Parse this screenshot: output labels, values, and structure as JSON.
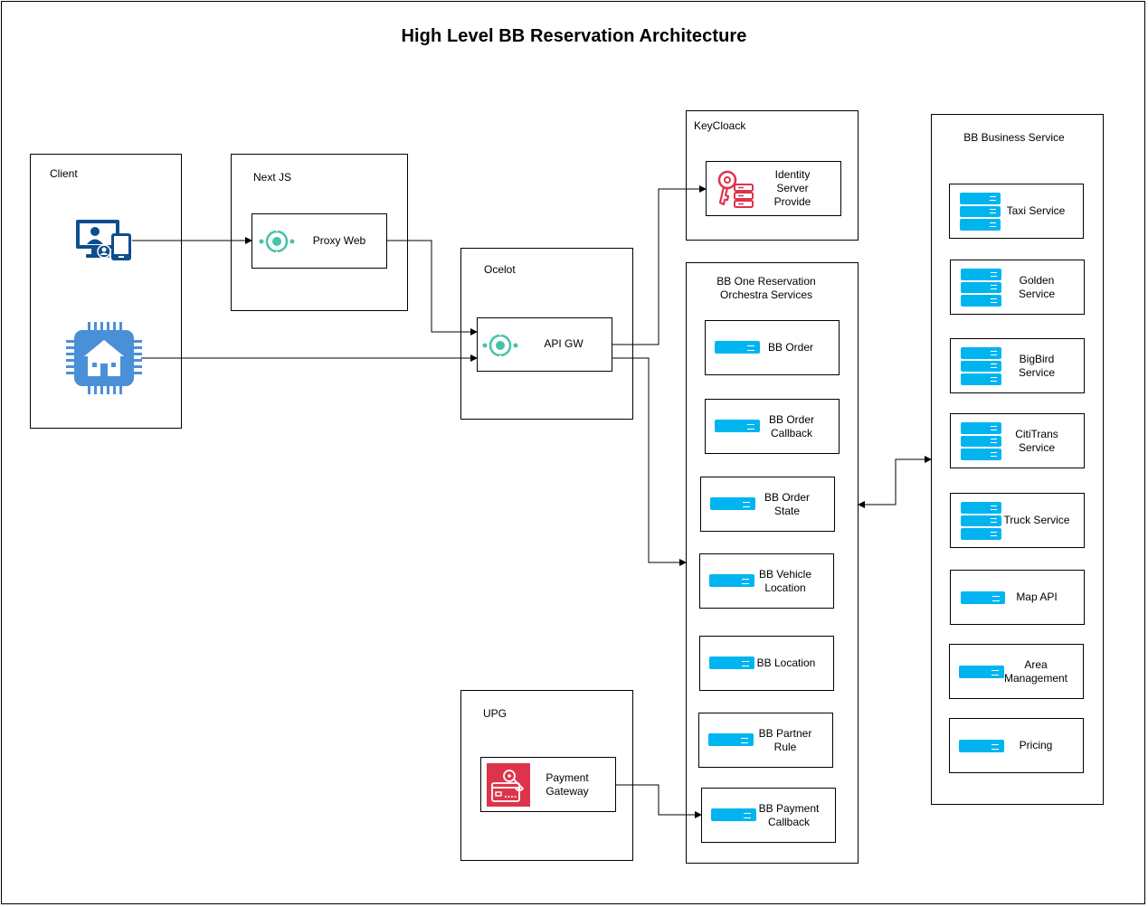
{
  "title": "High Level BB Reservation Architecture",
  "colors": {
    "server_blue": "#00B4F0",
    "red_icon": "#DD344C",
    "teal_icon": "#45C3A7",
    "navy_icon": "#0D4E8C",
    "chip_blue": "#4A90D9"
  },
  "groups": {
    "client": {
      "label": "Client"
    },
    "nextjs": {
      "label": "Next JS"
    },
    "ocelot": {
      "label": "Ocelot"
    },
    "keycloak": {
      "label": "KeyCloack"
    },
    "orchestra": {
      "label": "BB One Reservation\nOrchestra Services"
    },
    "business": {
      "label": "BB Business Service"
    },
    "upg": {
      "label": "UPG"
    }
  },
  "nodes": {
    "proxy_web": {
      "label": "Proxy Web",
      "icon": "endpoint-icon"
    },
    "api_gw": {
      "label": "API GW",
      "icon": "endpoint-icon"
    },
    "identity": {
      "label": "Identity\nServer\nProvide",
      "icon": "key-server-icon"
    },
    "payment_gateway": {
      "label": "Payment\nGateway",
      "icon": "payment-key-icon"
    },
    "desktop_client": {
      "icon": "desktop-mobile-user-icon"
    },
    "iot_client": {
      "icon": "iot-chip-house-icon"
    }
  },
  "orchestra_services": [
    {
      "label": "BB Order"
    },
    {
      "label": "BB Order\nCallback"
    },
    {
      "label": "BB Order\nState"
    },
    {
      "label": "BB Vehicle\nLocation"
    },
    {
      "label": "BB Location"
    },
    {
      "label": "BB Partner\nRule"
    },
    {
      "label": "BB Payment\nCallback"
    }
  ],
  "business_services": [
    {
      "label": "Taxi Service"
    },
    {
      "label": "Golden\nService"
    },
    {
      "label": "BigBird\nService"
    },
    {
      "label": "CitiTrans\nService"
    },
    {
      "label": "Truck Service"
    },
    {
      "label": "Map API"
    },
    {
      "label": "Area\nManagement"
    },
    {
      "label": "Pricing"
    }
  ]
}
